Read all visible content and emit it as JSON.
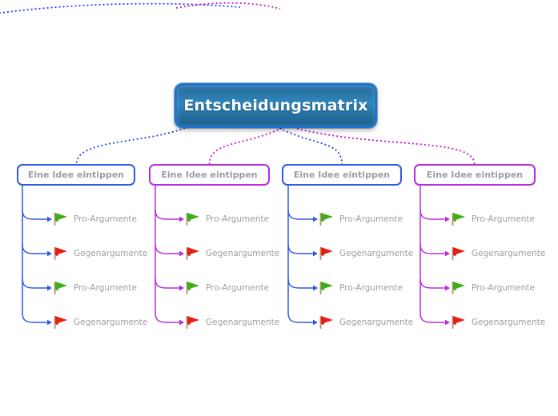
{
  "root": {
    "label": "Entscheidungsmatrix"
  },
  "palette": {
    "root_border": "#1a74d4",
    "root_fill_top": "#276b9e",
    "root_fill_mid": "#2f86bb",
    "root_fill_bottom": "#1e5f8a",
    "blue_line": "#2e5be4",
    "magenta_line": "#b82ae0",
    "blue_dotted": "#2443e0",
    "magenta_dotted": "#c414d8",
    "idea_fill": "#ffffff",
    "idea_text": "#9a9ea4",
    "leaf_text": "#9e9e9e",
    "flag_green": "#3fae17",
    "flag_red": "#e71f13",
    "flag_pole": "#b8917a"
  },
  "ideas": [
    {
      "label": "Eine Idee eintippen",
      "branch_color": "blue",
      "items": [
        {
          "label": "Pro-Argumente",
          "icon": "green-flag-icon"
        },
        {
          "label": "Gegenargumente",
          "icon": "red-flag-icon"
        },
        {
          "label": "Pro-Argumente",
          "icon": "green-flag-icon"
        },
        {
          "label": "Gegenargumente",
          "icon": "red-flag-icon"
        }
      ]
    },
    {
      "label": "Eine Idee eintippen",
      "branch_color": "magenta",
      "items": [
        {
          "label": "Pro-Argumente",
          "icon": "green-flag-icon"
        },
        {
          "label": "Gegenargumente",
          "icon": "red-flag-icon"
        },
        {
          "label": "Pro-Argumente",
          "icon": "green-flag-icon"
        },
        {
          "label": "Gegenargumente",
          "icon": "red-flag-icon"
        }
      ]
    },
    {
      "label": "Eine Idee eintippen",
      "branch_color": "blue",
      "items": [
        {
          "label": "Pro-Argumente",
          "icon": "green-flag-icon"
        },
        {
          "label": "Gegenargumente",
          "icon": "red-flag-icon"
        },
        {
          "label": "Pro-Argumente",
          "icon": "green-flag-icon"
        },
        {
          "label": "Gegenargumente",
          "icon": "red-flag-icon"
        }
      ]
    },
    {
      "label": "Eine Idee eintippen",
      "branch_color": "magenta",
      "items": [
        {
          "label": "Pro-Argumente",
          "icon": "green-flag-icon"
        },
        {
          "label": "Gegenargumente",
          "icon": "red-flag-icon"
        },
        {
          "label": "Pro-Argumente",
          "icon": "green-flag-icon"
        },
        {
          "label": "Gegenargumente",
          "icon": "red-flag-icon"
        }
      ]
    }
  ]
}
